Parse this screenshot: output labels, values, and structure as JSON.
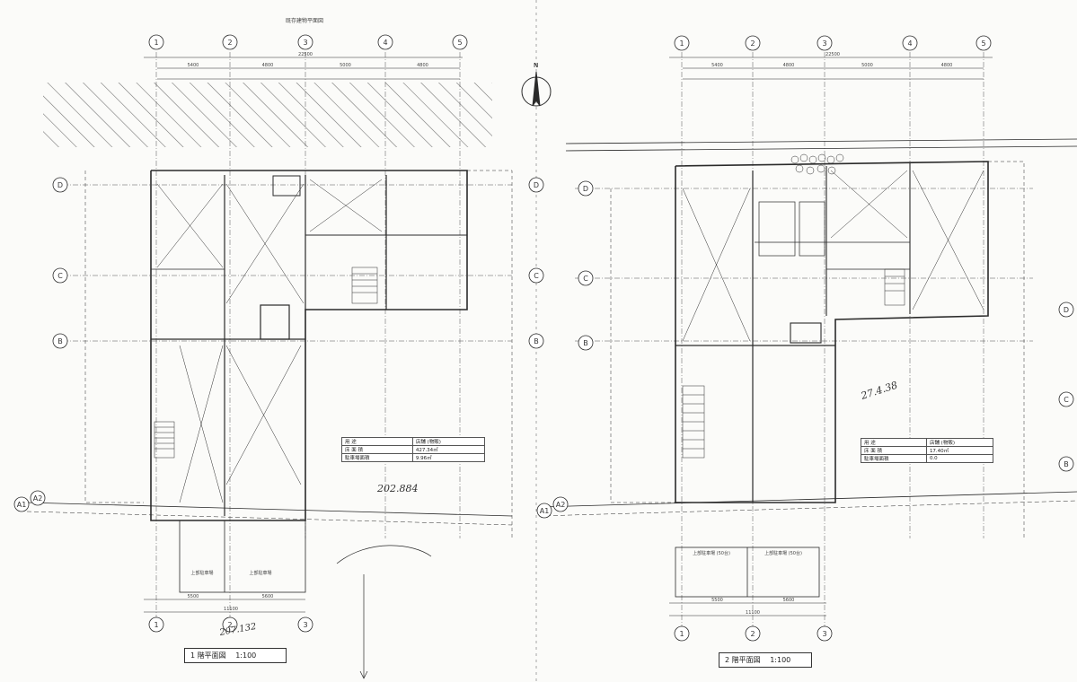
{
  "sheet": {
    "top_note": "既存建物平面図",
    "left_caption": "1 階平面図",
    "left_scale": "1:100",
    "right_caption": "2 階平面図",
    "right_scale": "1:100",
    "north_label": "N"
  },
  "grid_columns": [
    "1",
    "2",
    "3",
    "4",
    "5"
  ],
  "grid_rows": [
    "D",
    "C",
    "B",
    "A"
  ],
  "grid_rows_small": [
    "A1",
    "A2"
  ],
  "dims_left": {
    "overall": "22500",
    "bays": [
      "5400",
      "4800",
      "5000",
      "4800"
    ],
    "bottom_overall": "11100",
    "bottom_bays": [
      "5500",
      "5600"
    ],
    "parking": [
      "上部駐車場",
      "上部駐車場"
    ]
  },
  "dims_right": {
    "overall": "22500",
    "bays": [
      "5400",
      "4800",
      "5000",
      "4800"
    ],
    "bottom_overall": "11100",
    "bottom_bays": [
      "5500",
      "5600"
    ],
    "parking": [
      "上部駐車場 (50台)",
      "上部駐車場 (50台)"
    ]
  },
  "left_table": {
    "rows": [
      [
        "用  途",
        "店舗 (物販)"
      ],
      [
        "床 面 積",
        "427.34㎡"
      ],
      [
        "駐車場面積",
        "9.96㎡"
      ]
    ]
  },
  "right_table": {
    "rows": [
      [
        "用  途",
        "店舗 (物販)"
      ],
      [
        "床 面 積",
        "17.40㎡"
      ],
      [
        "駐車場面積",
        "0.0"
      ]
    ]
  },
  "handwritten": {
    "left_note": "202.884",
    "left_note2": "207.132",
    "right_note": "27.4.38"
  },
  "colors": {
    "ink": "#2a2a2a",
    "paper": "#fbfbf9",
    "hatch": "#555555"
  }
}
